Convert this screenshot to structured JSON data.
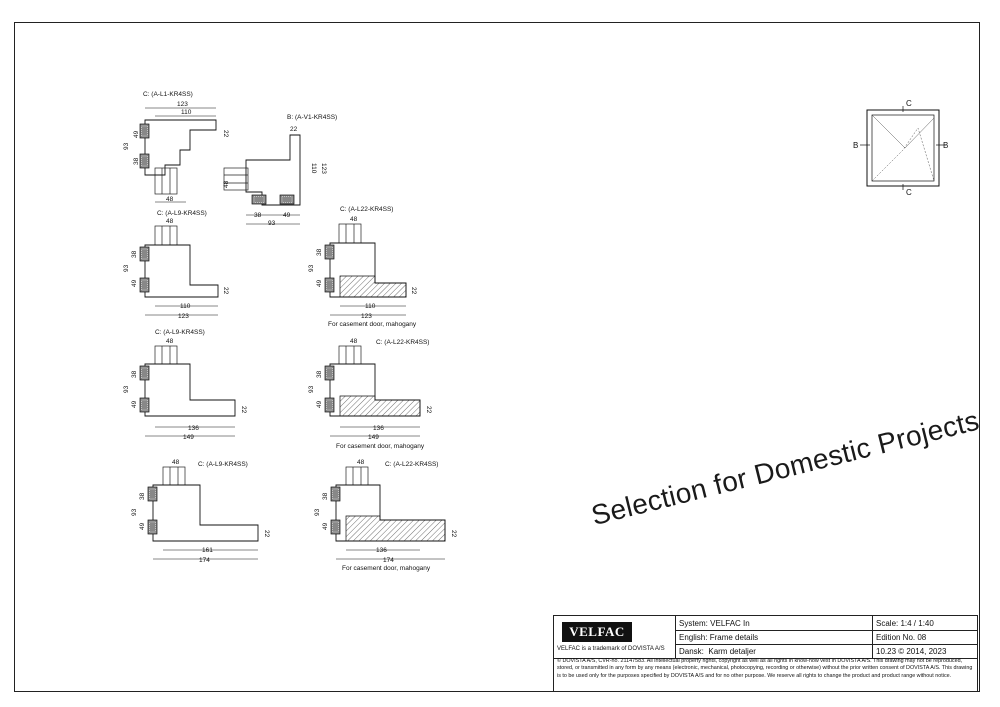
{
  "sections": {
    "c_l1": {
      "title": "C: (A-L1-KR4SS)",
      "dims": [
        "123",
        "110",
        "22",
        "93",
        "49",
        "38",
        "48"
      ]
    },
    "b_v1": {
      "title": "B: (A-V1-KR4SS)",
      "dims": [
        "22",
        "110",
        "123",
        "48",
        "38",
        "49",
        "93"
      ]
    },
    "c_l9a": {
      "title": "C: (A-L9-KR4SS)",
      "dims": [
        "48",
        "38",
        "93",
        "49",
        "110",
        "22",
        "123"
      ]
    },
    "c_l22a": {
      "title": "C: (A-L22-KR4SS)",
      "dims": [
        "48",
        "38",
        "93",
        "49",
        "110",
        "22",
        "123"
      ],
      "caption": "For casement door, mahogany"
    },
    "c_l9b": {
      "title": "C: (A-L9-KR4SS)",
      "dims": [
        "48",
        "38",
        "93",
        "49",
        "136",
        "22",
        "149"
      ]
    },
    "c_l22b": {
      "title": "C: (A-L22-KR4SS)",
      "dims": [
        "48",
        "38",
        "93",
        "49",
        "136",
        "22",
        "149"
      ],
      "caption": "For casement door, mahogany"
    },
    "c_l9c": {
      "title": "C: (A-L9-KR4SS)",
      "dims": [
        "48",
        "38",
        "93",
        "49",
        "161",
        "22",
        "174"
      ]
    },
    "c_l22c": {
      "title": "C: (A-L22-KR4SS)",
      "dims": [
        "48",
        "38",
        "93",
        "49",
        "136",
        "22",
        "174"
      ],
      "caption": "For casement door, mahogany"
    }
  },
  "key_plan": {
    "labels": [
      "C",
      "B",
      "B",
      "C"
    ]
  },
  "watermark": "Selection for Domestic Projects",
  "title_block": {
    "logo": "VELFAC",
    "trademark": "VELFAC is a trademark of DOVISTA A/S",
    "system_label": "System:",
    "system_value": "VELFAC In",
    "english_label": "English:",
    "english_value": "Frame details",
    "dansk_label": "Dansk:",
    "dansk_value": "Karm detaljer",
    "scale": "Scale: 1:4 / 1:40",
    "edition": "Edition No. 08",
    "date": "10.23 © 2014, 2023",
    "copyright": "© DOVISTA A/S, CVR-no. 21147583. All intellectual property rights, copyright as well as all rights in know-how vest in DOVISTA A/S. This drawing may not be reproduced, stored, or transmitted in any form by any means (electronic, mechanical, photocopying, recording or otherwise) without the prior written consent of DOVISTA A/S. This drawing is to be used only for the purposes specified by DOVISTA A/S and for no other purpose. We reserve all rights to change the product and product range without notice."
  }
}
